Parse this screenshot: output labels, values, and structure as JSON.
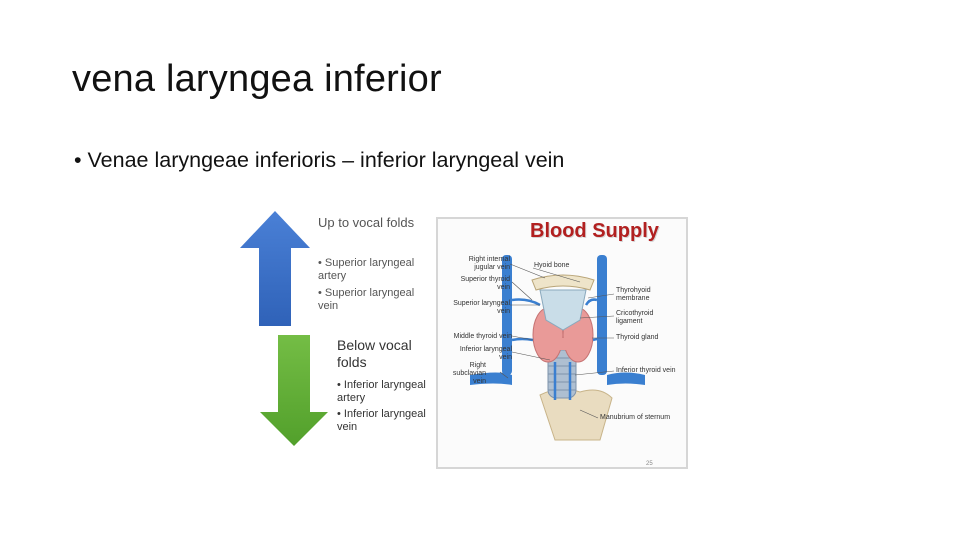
{
  "slide": {
    "title": "vena laryngea inferior",
    "bullet": "Venae laryngeae inferioris – inferior laryngeal vein"
  },
  "up_arrow": {
    "heading": "Up to vocal folds",
    "items": [
      "Superior laryngeal artery",
      "Superior laryngeal vein"
    ],
    "color": "#3d71c9"
  },
  "down_arrow": {
    "heading": "Below vocal folds",
    "items": [
      "Inferior laryngeal artery",
      "Inferior laryngeal vein"
    ],
    "color": "#62ad3a"
  },
  "figure": {
    "title": "Blood Supply",
    "left_labels": [
      "Right internal jugular vein",
      "Superior thyroid vein",
      "Superior laryngeal vein",
      "Middle thyroid vein",
      "Inferior laryngeal vein",
      "Right subclavian vein"
    ],
    "right_labels": [
      "Hyoid bone",
      "Thyrohyoid membrane",
      "Cricothyroid ligament",
      "Thyroid gland",
      "Inferior thyroid vein",
      "Manubrium of sternum"
    ],
    "page_number": "25"
  }
}
